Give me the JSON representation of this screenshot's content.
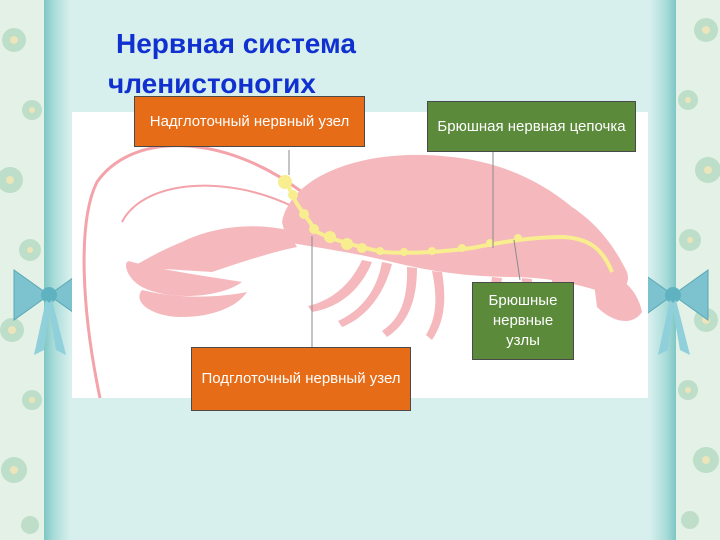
{
  "title": {
    "line1": "Нервная система",
    "line2": "членистоногих"
  },
  "labels": {
    "supraesophageal": "Надглоточный нервный узел",
    "ventral_cord": "Брюшная нервная цепочка",
    "ventral_ganglia": "Брюшные нервные узлы",
    "subesophageal": "Подглоточный нервный узел"
  },
  "colors": {
    "title": "#1030d0",
    "orange_box": "#e66c17",
    "green_box": "#5a8a3a",
    "body": "#f5b9bd",
    "nerve": "#f8ee8f",
    "panel": "#d7efed"
  }
}
